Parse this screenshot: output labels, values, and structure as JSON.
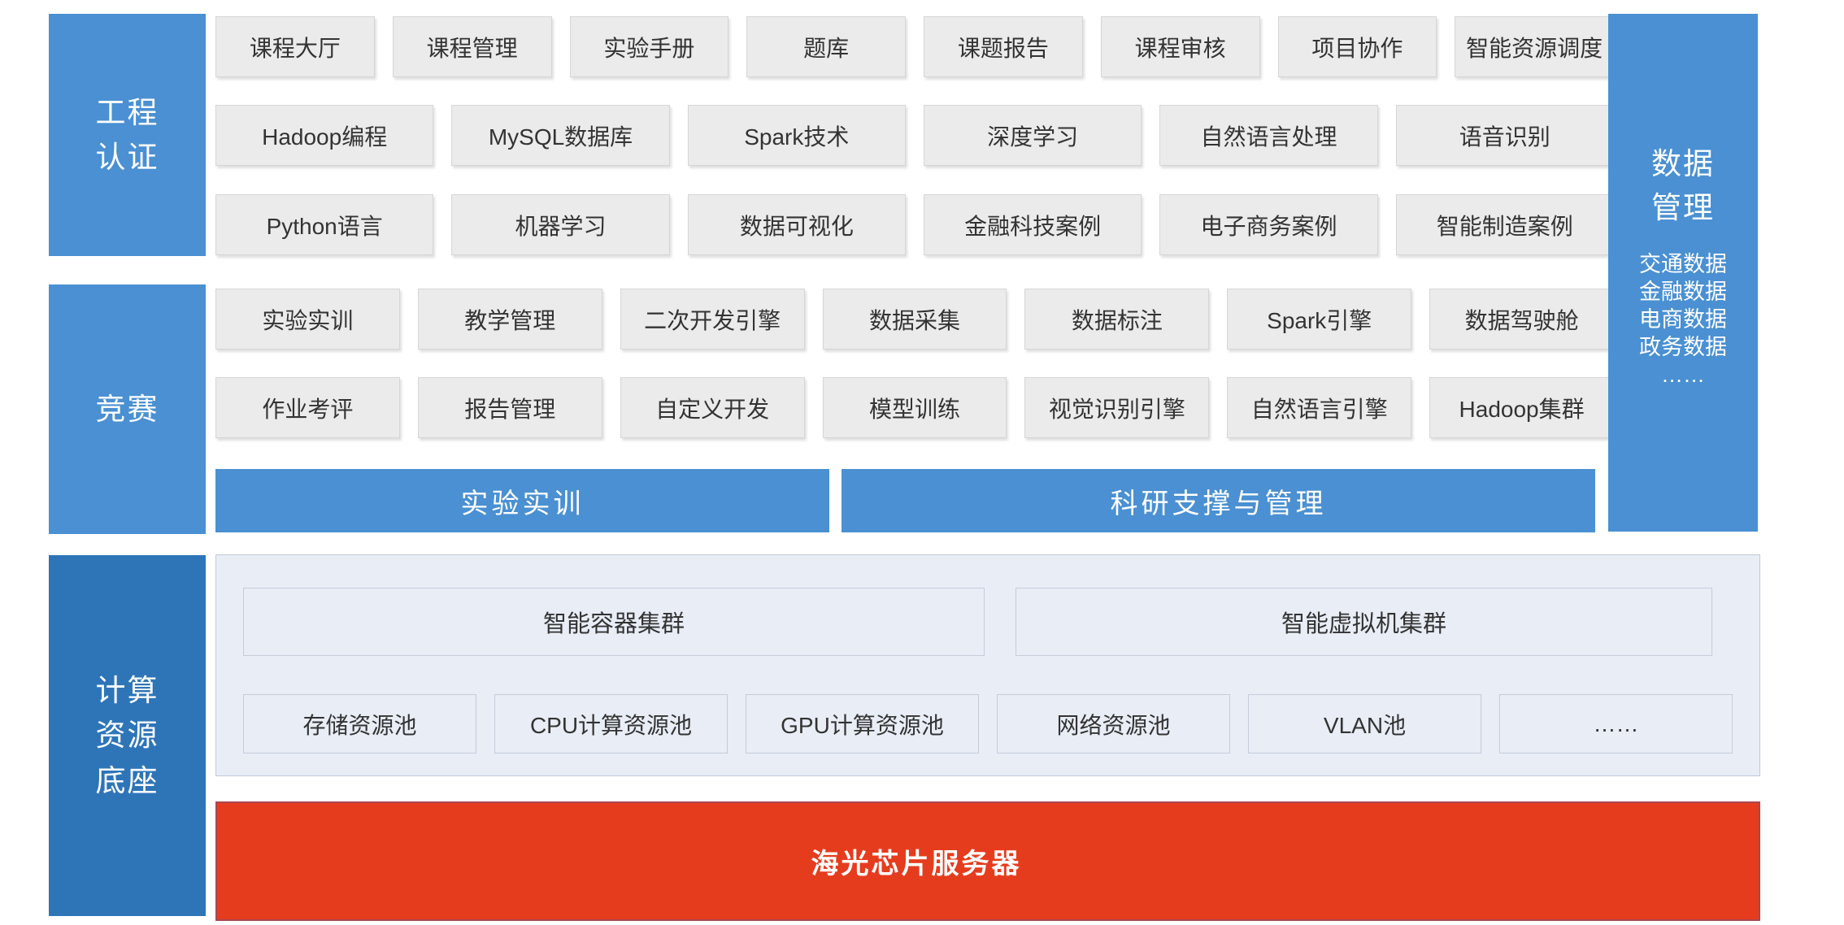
{
  "palette": {
    "accent_blue": "#4a90d2",
    "deep_blue": "#2e75b8",
    "box_bg": "#ebebeb",
    "box_border": "#d6d6d6",
    "panel_bg": "#e8edf6",
    "panel_border": "#c2cada",
    "server_red": "#e63c1e",
    "text_dark": "#333333"
  },
  "side_labels": {
    "engineering_certification": [
      "工程",
      "认证"
    ],
    "competition": [
      "竞赛"
    ],
    "compute_base": [
      "计算",
      "资源",
      "底座"
    ]
  },
  "certification_rows": {
    "row1": [
      "课程大厅",
      "课程管理",
      "实验手册",
      "题库",
      "课题报告",
      "课程审核",
      "项目协作",
      "智能资源调度"
    ],
    "row2": [
      "Hadoop编程",
      "MySQL数据库",
      "Spark技术",
      "深度学习",
      "自然语言处理",
      "语音识别"
    ],
    "row3": [
      "Python语言",
      "机器学习",
      "数据可视化",
      "金融科技案例",
      "电子商务案例",
      "智能制造案例"
    ]
  },
  "competition_rows": {
    "row1": [
      "实验实训",
      "教学管理",
      "二次开发引擎",
      "数据采集",
      "数据标注",
      "Spark引擎",
      "数据驾驶舱"
    ],
    "row2": [
      "作业考评",
      "报告管理",
      "自定义开发",
      "模型训练",
      "视觉识别引擎",
      "自然语言引擎",
      "Hadoop集群"
    ]
  },
  "bars": {
    "lab_training": "实验实训",
    "research_support": "科研支撑与管理"
  },
  "data_management": {
    "title": [
      "数据",
      "管理"
    ],
    "items": [
      "交通数据",
      "金融数据",
      "电商数据",
      "政务数据",
      "……"
    ]
  },
  "compute_layer": {
    "container_cluster": "智能容器集群",
    "vm_cluster": "智能虚拟机集群",
    "pools": [
      "存储资源池",
      "CPU计算资源池",
      "GPU计算资源池",
      "网络资源池",
      "VLAN池",
      "……"
    ],
    "server": "海光芯片服务器"
  }
}
